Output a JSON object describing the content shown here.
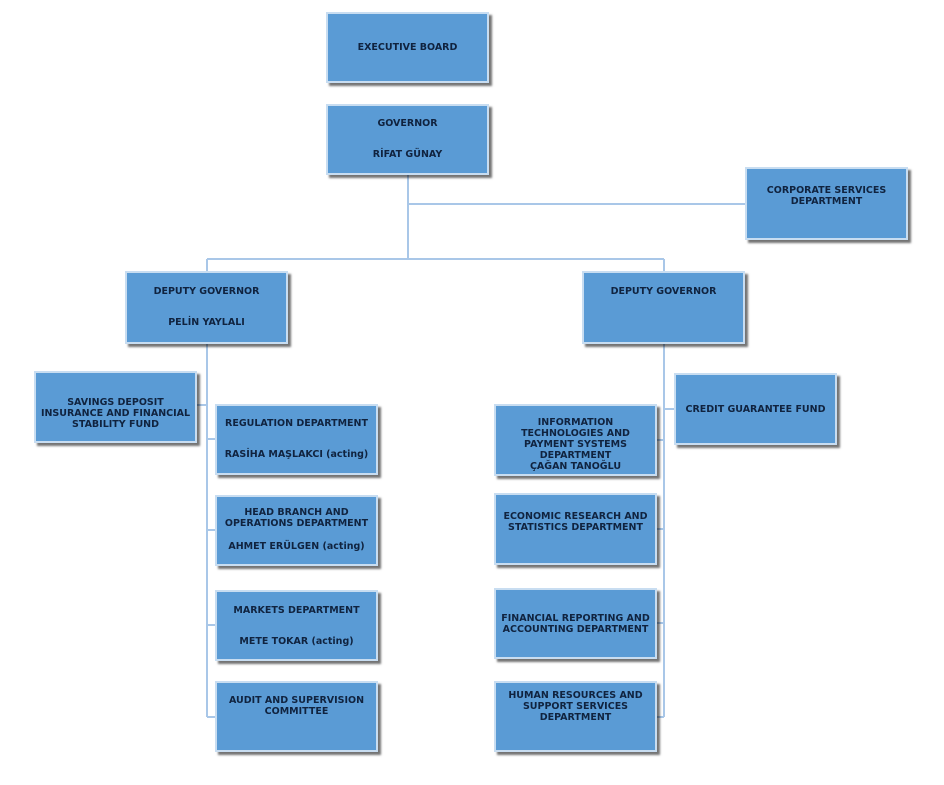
{
  "colors": {
    "box_fill": "#5a9bd5",
    "box_border": "#c8ddf1",
    "connector": "#a9c7e8",
    "text": "#10233f"
  },
  "org": {
    "executive_board": {
      "title": "EXECUTIVE BOARD"
    },
    "governor": {
      "title": "GOVERNOR",
      "name": "RİFAT GÜNAY"
    },
    "corporate_services": {
      "title": "CORPORATE SERVICES DEPARTMENT"
    },
    "deputy_left": {
      "title": "DEPUTY GOVERNOR",
      "name": "PELİN YAYLALI"
    },
    "deputy_right": {
      "title": "DEPUTY GOVERNOR"
    },
    "sdif": {
      "title": "SAVINGS DEPOSIT INSURANCE AND FINANCIAL STABILITY FUND"
    },
    "credit_guarantee": {
      "title": "CREDIT GUARANTEE FUND"
    },
    "regulation": {
      "title": "REGULATION DEPARTMENT",
      "name": "RASİHA MAŞLAKCI (acting)"
    },
    "head_branch": {
      "title": "HEAD BRANCH AND OPERATIONS DEPARTMENT",
      "name": "AHMET ERÜLGEN (acting)"
    },
    "markets": {
      "title": "MARKETS DEPARTMENT",
      "name": "METE TOKAR (acting)"
    },
    "audit": {
      "title": "AUDIT AND SUPERVISION COMMITTEE"
    },
    "it": {
      "title": "INFORMATION TECHNOLOGIES AND PAYMENT SYSTEMS DEPARTMENT",
      "name": "ÇAĞAN TANOĞLU"
    },
    "economic": {
      "title": "ECONOMIC RESEARCH AND STATISTICS DEPARTMENT"
    },
    "financial": {
      "title": "FINANCIAL REPORTING AND ACCOUNTING DEPARTMENT"
    },
    "hr": {
      "title": "HUMAN RESOURCES AND SUPPORT SERVICES DEPARTMENT"
    }
  }
}
